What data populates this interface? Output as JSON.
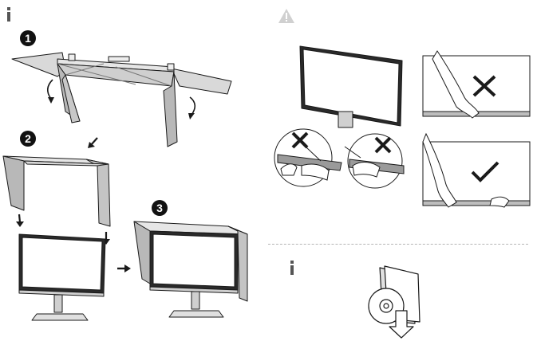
{
  "page": {
    "icons": {
      "info_top": "info-icon",
      "warning": "warning-triangle-icon",
      "info_bottom": "info-icon",
      "cd_download": "cd-download-icon"
    },
    "steps": [
      {
        "label": "1"
      },
      {
        "label": "2"
      },
      {
        "label": "3"
      }
    ],
    "warning_marks": {
      "wrong": "x-mark-icon",
      "right": "check-mark-icon"
    },
    "colors": {
      "line": "#1a1a1a",
      "hood_fill": "#d9d9d9",
      "hood_dark": "#b8b8b8",
      "screen": "#ffffff",
      "badge": "#111111"
    }
  }
}
